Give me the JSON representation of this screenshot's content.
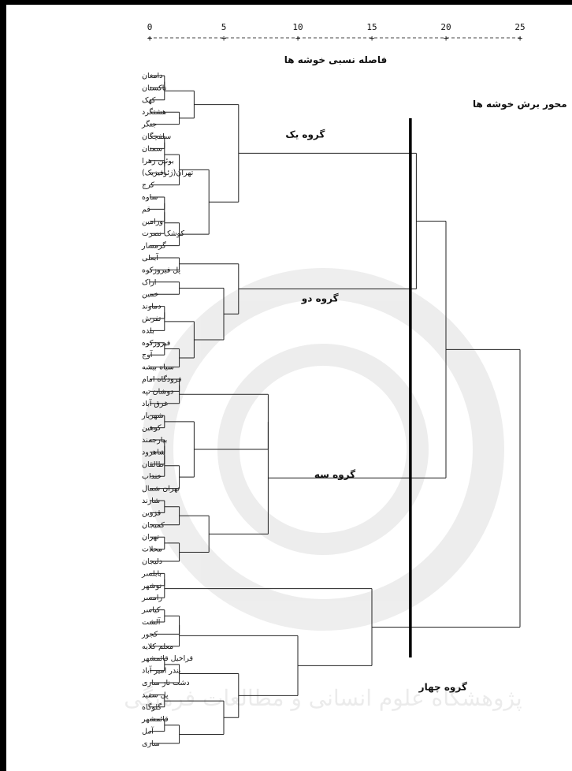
{
  "chart_data": {
    "type": "dendrogram",
    "axis_title": "فاصله نسبی خوشه ها",
    "x_ticks": [
      0,
      5,
      10,
      15,
      20,
      25
    ],
    "xlim": [
      0,
      25
    ],
    "cut_label": "محور برش خوشه ها",
    "cut_distance": 17.6,
    "watermark": "پژوهشگاه علوم انسانی و مطالعات فرهنگی",
    "leaves": [
      "دامغان",
      "تاکستان",
      "کهک",
      "هشتگرد",
      "جنگر",
      "سلفچگان",
      "سمنان",
      "بوئین زهرا",
      "تهران(ژئوفیزیک)",
      "کرج",
      "ساوه",
      "قم",
      "ورامین",
      "کوشک نصرت",
      "گرمسار",
      "آبعلی",
      "پل فیروزکوه",
      "اراک",
      "خمین",
      "دماوند",
      "تفرش",
      "بلده",
      "فیروزکوه",
      "آوج",
      "سیاه بیشه",
      "فرودگاه امام",
      "دوشان تپه",
      "غرق آباد",
      "شهریار",
      "کوهین",
      "بیارجمند",
      "شاهرود",
      "طالقان",
      "خنداب",
      "تهران شمال",
      "شازند",
      "قزوین",
      "کمیجان",
      "تهران",
      "محلات",
      "دلیجان",
      "بابلسر",
      "نوشهر",
      "رامسر",
      "کیاسر",
      "آلشت",
      "کجور",
      "معلم کلایه",
      "قراخیل قائمشهر",
      "بندر امیر آباد",
      "دشت ناز ساری",
      "پل سفید",
      "گلوگاه",
      "قائمشهر",
      "آمل",
      "ساری"
    ],
    "groups": [
      {
        "name": "گروه یک",
        "leaf_range": [
          0,
          14
        ]
      },
      {
        "name": "گروه دو",
        "leaf_range": [
          15,
          24
        ]
      },
      {
        "name": "گروه سه",
        "leaf_range": [
          25,
          40
        ]
      },
      {
        "name": "گروه چهار",
        "leaf_range": [
          41,
          55
        ]
      }
    ],
    "merges": [
      {
        "a": 0,
        "b": 1,
        "d": 1
      },
      {
        "a": 56,
        "b": 2,
        "d": 1
      },
      {
        "a": 3,
        "b": 4,
        "d": 2
      },
      {
        "a": 57,
        "b": 58,
        "d": 3
      },
      {
        "a": 5,
        "b": 6,
        "d": 1
      },
      {
        "a": 7,
        "b": 8,
        "d": 1
      },
      {
        "a": 60,
        "b": 61,
        "d": 1
      },
      {
        "a": 62,
        "b": 9,
        "d": 2
      },
      {
        "a": 10,
        "b": 11,
        "d": 1
      },
      {
        "a": 64,
        "b": 12,
        "d": 1
      },
      {
        "a": 65,
        "b": 13,
        "d": 1
      },
      {
        "a": 66,
        "b": 14,
        "d": 2
      },
      {
        "a": 63,
        "b": 67,
        "d": 4
      },
      {
        "a": 59,
        "b": 68,
        "d": 6
      },
      {
        "a": 15,
        "b": 16,
        "d": 2
      },
      {
        "a": 17,
        "b": 18,
        "d": 2
      },
      {
        "a": 19,
        "b": 20,
        "d": 1
      },
      {
        "a": 72,
        "b": 21,
        "d": 1
      },
      {
        "a": 22,
        "b": 23,
        "d": 1
      },
      {
        "a": 74,
        "b": 24,
        "d": 2
      },
      {
        "a": 73,
        "b": 75,
        "d": 3
      },
      {
        "a": 71,
        "b": 76,
        "d": 5
      },
      {
        "a": 70,
        "b": 77,
        "d": 6
      },
      {
        "a": 25,
        "b": 26,
        "d": 2
      },
      {
        "a": 79,
        "b": 27,
        "d": 2
      },
      {
        "a": 28,
        "b": 29,
        "d": 1
      },
      {
        "a": 30,
        "b": 31,
        "d": 1
      },
      {
        "a": 82,
        "b": 32,
        "d": 1
      },
      {
        "a": 83,
        "b": 33,
        "d": 1
      },
      {
        "a": 84,
        "b": 34,
        "d": 2
      },
      {
        "a": 81,
        "b": 85,
        "d": 3
      },
      {
        "a": 80,
        "b": 86,
        "d": 8
      },
      {
        "a": 35,
        "b": 36,
        "d": 1
      },
      {
        "a": 88,
        "b": 37,
        "d": 2
      },
      {
        "a": 38,
        "b": 39,
        "d": 1
      },
      {
        "a": 90,
        "b": 40,
        "d": 2
      },
      {
        "a": 89,
        "b": 91,
        "d": 4
      },
      {
        "a": 87,
        "b": 92,
        "d": 8
      },
      {
        "a": 69,
        "b": 78,
        "d": 18
      },
      {
        "a": 93,
        "b": 94,
        "d": 20
      },
      {
        "a": 41,
        "b": 42,
        "d": 1
      },
      {
        "a": 96,
        "b": 43,
        "d": 1
      },
      {
        "a": 44,
        "b": 45,
        "d": 1
      },
      {
        "a": 98,
        "b": 46,
        "d": 2
      },
      {
        "a": 99,
        "b": 47,
        "d": 2
      },
      {
        "a": 48,
        "b": 49,
        "d": 1
      },
      {
        "a": 101,
        "b": 50,
        "d": 2
      },
      {
        "a": 51,
        "b": 52,
        "d": 1
      },
      {
        "a": 53,
        "b": 54,
        "d": 1
      },
      {
        "a": 104,
        "b": 55,
        "d": 2
      },
      {
        "a": 103,
        "b": 105,
        "d": 5
      },
      {
        "a": 102,
        "b": 106,
        "d": 6
      },
      {
        "a": 100,
        "b": 107,
        "d": 10
      },
      {
        "a": 97,
        "b": 108,
        "d": 15
      },
      {
        "a": 95,
        "b": 109,
        "d": 25
      }
    ],
    "group_label_positions": [
      {
        "name": "گروه یک",
        "d": 10.5,
        "leaf": 5.5
      },
      {
        "name": "گروه دو",
        "d": 11.5,
        "leaf": 19.0
      },
      {
        "name": "گروه سه",
        "d": 12.5,
        "leaf": 33.5
      },
      {
        "name": "گروه چهار",
        "d": 19.8,
        "leaf": 51.0
      }
    ]
  }
}
